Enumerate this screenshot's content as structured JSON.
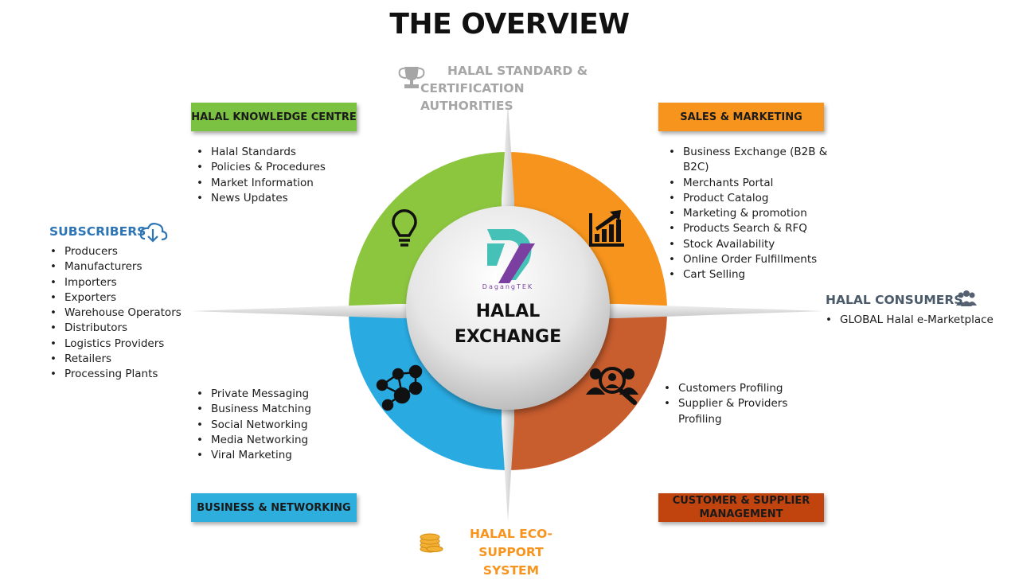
{
  "title": "THE OVERVIEW",
  "top_authority": {
    "line1": "HALAL STANDARD &",
    "line2": "CERTIFICATION AUTHORITIES",
    "icon": "trophy-icon"
  },
  "bottom_support": {
    "line1": "HALAL ECO-SUPPORT",
    "line2": "SYSTEM",
    "icon": "coins-icon"
  },
  "center": {
    "logo_text": "DagangTEK",
    "line1": "HALAL",
    "line2": "EXCHANGE"
  },
  "quadrants": {
    "knowledge": {
      "label": "HALAL KNOWLEDGE CENTRE",
      "color": "#7cc242",
      "icon": "lightbulb-icon",
      "items": [
        "Halal Standards",
        "Policies & Procedures",
        "Market Information",
        "News Updates"
      ]
    },
    "sales": {
      "label": "SALES & MARKETING",
      "color": "#f7941d",
      "icon": "growth-chart-icon",
      "items": [
        "Business Exchange (B2B & B2C)",
        "Merchants Portal",
        "Product Catalog",
        "Marketing & promotion",
        "Products Search & RFQ",
        "Stock Availability",
        "Online Order Fulfillments",
        "Cart Selling"
      ]
    },
    "business": {
      "label": "BUSINESS & NETWORKING",
      "color": "#29abe2",
      "icon": "network-icon",
      "items": [
        "Private Messaging",
        "Business Matching",
        "Social Networking",
        "Media Networking",
        "Viral Marketing"
      ]
    },
    "customer": {
      "label_line1": "CUSTOMER & SUPPLIER",
      "label_line2": "MANAGEMENT",
      "color": "#c1440e",
      "icon": "user-search-icon",
      "items": [
        "Customers Profiling",
        "Supplier & Providers Profiling"
      ]
    }
  },
  "subscribers": {
    "label": "SUBSCRIBERS",
    "color": "#2e75b6",
    "icon": "cloud-download-icon",
    "items": [
      "Producers",
      "Manufacturers",
      "Importers",
      "Exporters",
      "Warehouse Operators",
      "Distributors",
      "Logistics Providers",
      "Retailers",
      "Processing Plants"
    ]
  },
  "consumers": {
    "label": "HALAL CONSUMERS",
    "color": "#4a5a6a",
    "icon": "group-icon",
    "items": [
      "GLOBAL Halal e-Marketplace"
    ]
  }
}
